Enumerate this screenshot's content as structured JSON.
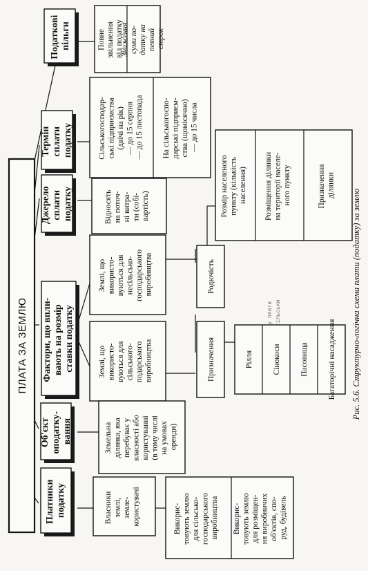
{
  "title": "ПЛАТА ЗА ЗЕМЛЮ",
  "caption": "Рис. 5.6. Структурно-логічна схема плати (податку) за землю",
  "faint_text": [
    "тату плати",
    "оп сільськи"
  ],
  "categories": {
    "payers": {
      "label": [
        "Платники",
        "податку"
      ]
    },
    "object": {
      "label": [
        "Об'єкт",
        "оподатку-",
        "вання"
      ]
    },
    "factors": {
      "label": [
        "Фактори, що впли-",
        "вають на розмір",
        "ставки податку"
      ]
    },
    "source": {
      "label": [
        "Джерело",
        "сплати",
        "податку"
      ]
    },
    "term": {
      "label": [
        "Термін",
        "сплати",
        "податку"
      ]
    },
    "benefits": {
      "label": [
        "Податкові",
        "пільги"
      ]
    }
  },
  "payers": {
    "holders": [
      "Власники",
      "землі,",
      "земле-",
      "користувачі"
    ],
    "agri": [
      "Викорис-",
      "товують землю",
      "для сільсько-",
      "господарського",
      "виробництва"
    ],
    "nonagri": [
      "Викорис-",
      "товують землю",
      "для розміщен-",
      "ня виробничих",
      "об'єктів, спо-",
      "руд, будівель"
    ]
  },
  "object": {
    "desc": [
      "Земельна",
      "ділянка, яка",
      "перебуває у",
      "власності або",
      "користуванні",
      "(в тому числі",
      "на умовах",
      "оренди)"
    ]
  },
  "factors": {
    "agri_land": [
      "Землі, що",
      "використо-",
      "вуються для",
      "сільського-",
      "подарського",
      "виробництва"
    ],
    "nonagri_land": [
      "Землі, що",
      "використо-",
      "вуються для",
      "несільсько-",
      "господарського",
      "виробництва"
    ],
    "purpose": "Призначення",
    "fertility": "Родючість",
    "land_types": [
      "Рілля",
      "Сінокоси",
      "Пасовища",
      "Багаторічні насадження"
    ],
    "settlement_size": [
      "Розмір населеного",
      "пункту (кількість",
      "населення)"
    ],
    "location": [
      "Розміщення ділянки",
      "на території населе-",
      "ного пункту"
    ],
    "site_purpose": [
      "Призначення",
      "ділянки"
    ]
  },
  "source": {
    "desc": [
      "Відносять",
      "на поточ-",
      "ні витра-",
      "ти (собі-",
      "вартість)"
    ]
  },
  "term": {
    "agri": [
      "Сільськогосподар-",
      "ські підприємства",
      "(двічі на рік)",
      "— до 15 серпня",
      "— до 15 листопада"
    ],
    "nonagri": [
      "На сільськогоспо-",
      "дарські підприєм-",
      "ства (щомісячно)",
      "— до 15 числа"
    ]
  },
  "benefits": {
    "full": [
      "Повне",
      "звільнення",
      "від податку"
    ],
    "partial": [
      "Зниження",
      "суми по-",
      "датку на",
      "певний",
      "строк"
    ]
  }
}
